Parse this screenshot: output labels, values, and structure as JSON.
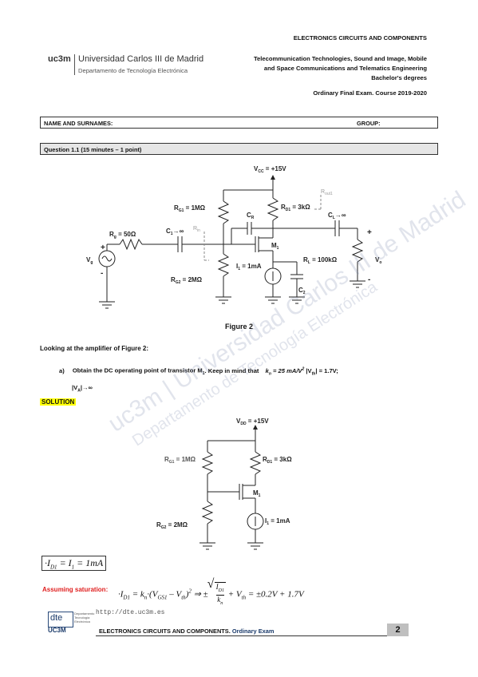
{
  "header": {
    "course": "ELECTRONICS CIRCUITS AND COMPONENTS",
    "degree_line1": "Telecommunication Technologies, Sound and Image, Mobile",
    "degree_line2": "and Space Communications and Telematics Engineering",
    "degree_line3": "Bachelor's degrees",
    "exam": "Ordinary Final Exam. Course 2019-2020"
  },
  "logo": {
    "uc3m": "uc3m",
    "university": "Universidad Carlos III de Madrid",
    "department": "Departamento de Tecnología Electrónica"
  },
  "form": {
    "name_label": "NAME AND SURNAMES:",
    "group_label": "GROUP:"
  },
  "question": {
    "title": "Question 1.1 (15 minutes – 1 point)"
  },
  "figure": {
    "caption": "Figure 2",
    "vcc": "V",
    "vcc_sub": "CC",
    "vcc_val": " = +15V",
    "rg1": "R",
    "rg1_sub": "G1",
    "rg1_val": " = 1MΩ",
    "rg2_val": " = 2MΩ",
    "rg2_sub": "G2",
    "rd1_sub": "D1",
    "rd1_val": " = 3kΩ",
    "rg_val": " = 50Ω",
    "rg_sub": "g",
    "cr_sub": "R",
    "c1": "C",
    "c1_sub": "1",
    "c1_val": "→∞",
    "cl_sub": "L",
    "c2_sub": "2",
    "m1": "M",
    "m1_sub": "1",
    "i1_val": " = 1mA",
    "i1_sub": "1",
    "rl_val": " = 100kΩ",
    "rl_sub": "L",
    "rout": "R",
    "rout_sub": "out1",
    "rin": "R",
    "rin_sub": "in",
    "vg": "V",
    "vg_sub": "g",
    "vo": "V",
    "vo_sub": "o",
    "plus": "+",
    "minus": "-"
  },
  "body": {
    "intro": "Looking at the amplifier of Figure 2:",
    "item_a_marker": "a)",
    "item_a_text": "Obtain the DC operating point of transistor M",
    "item_a_sub": "1",
    "item_a_keep": ". Keep in mind that",
    "item_a_kn": "k",
    "item_a_kn_sub": "n",
    "item_a_kn_val": " = 25 mA/V",
    "item_a_kn_sup": "2",
    "item_a_vth": " |V",
    "item_a_vth_sub": "th",
    "item_a_vth_val": "| = 1.7V;",
    "item_a_va": "|V",
    "item_a_va_sub": "A",
    "item_a_va_val": "|→∞",
    "solution": "SOLUTION"
  },
  "solution_fig": {
    "vdd_sub": "DD",
    "vdd_val": " = +15V"
  },
  "equations": {
    "eq1": "·I",
    "eq1_sub1": "D1",
    "eq1_mid": " = I",
    "eq1_sub2": "1",
    "eq1_end": " = 1mA",
    "assume_label": "Assuming saturation:",
    "eq2_a": "·I",
    "eq2_a_sub": "D1",
    "eq2_b": " = k",
    "eq2_b_sub": "n",
    "eq2_c": "·(V",
    "eq2_c_sub": "GS1",
    "eq2_d": " – V",
    "eq2_d_sub": "th",
    "eq2_e": ")",
    "eq2_e_sup": "2",
    "eq2_f": " ⇒ ±",
    "eq2_num": "I",
    "eq2_num_sub": "D1",
    "eq2_den": "k",
    "eq2_den_sub": "n",
    "eq2_g": " + V",
    "eq2_g_sub": "th",
    "eq2_h": " = ±0.2V + 1.7V"
  },
  "watermark": {
    "line1": "uc3m | Universidad Carlos III de Madrid",
    "line2": "Departamento de Tecnología Electrónica"
  },
  "footer": {
    "url": "http://dte.uc3m.es",
    "dte": "dte",
    "dte_sub1": "Departamento",
    "dte_sub2": "Tecnología",
    "dte_sub3": "Electrónica",
    "uc3m": "UC3M",
    "course": "ELECTRONICS CIRCUITS AND COMPONENTS.",
    "exam": " Ordinary Exam",
    "page": "2"
  }
}
